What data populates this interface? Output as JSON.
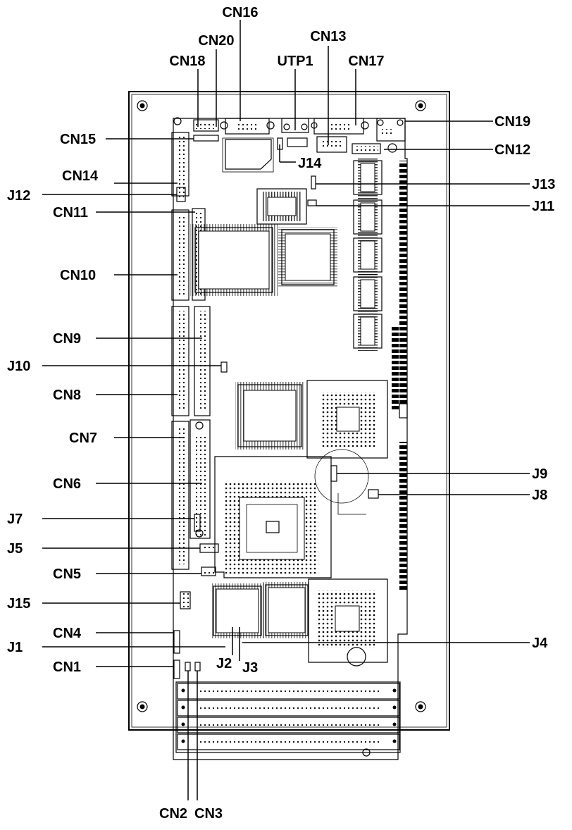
{
  "labels": {
    "cn16": "CN16",
    "cn20": "CN20",
    "cn13": "CN13",
    "cn18": "CN18",
    "utp1": "UTP1",
    "cn17": "CN17",
    "cn19": "CN19",
    "cn15": "CN15",
    "cn12": "CN12",
    "cn14": "CN14",
    "j14": "J14",
    "j12": "J12",
    "j13": "J13",
    "cn11": "CN11",
    "j11": "J11",
    "cn10": "CN10",
    "cn9": "CN9",
    "j10": "J10",
    "cn8": "CN8",
    "cn7": "CN7",
    "cn6": "CN6",
    "j9": "J9",
    "j7": "J7",
    "j8": "J8",
    "j5": "J5",
    "cn5": "CN5",
    "j15": "J15",
    "cn4": "CN4",
    "j1": "J1",
    "j4": "J4",
    "j2": "J2",
    "j3": "J3",
    "cn1": "CN1",
    "cn2": "CN2",
    "cn3": "CN3"
  }
}
